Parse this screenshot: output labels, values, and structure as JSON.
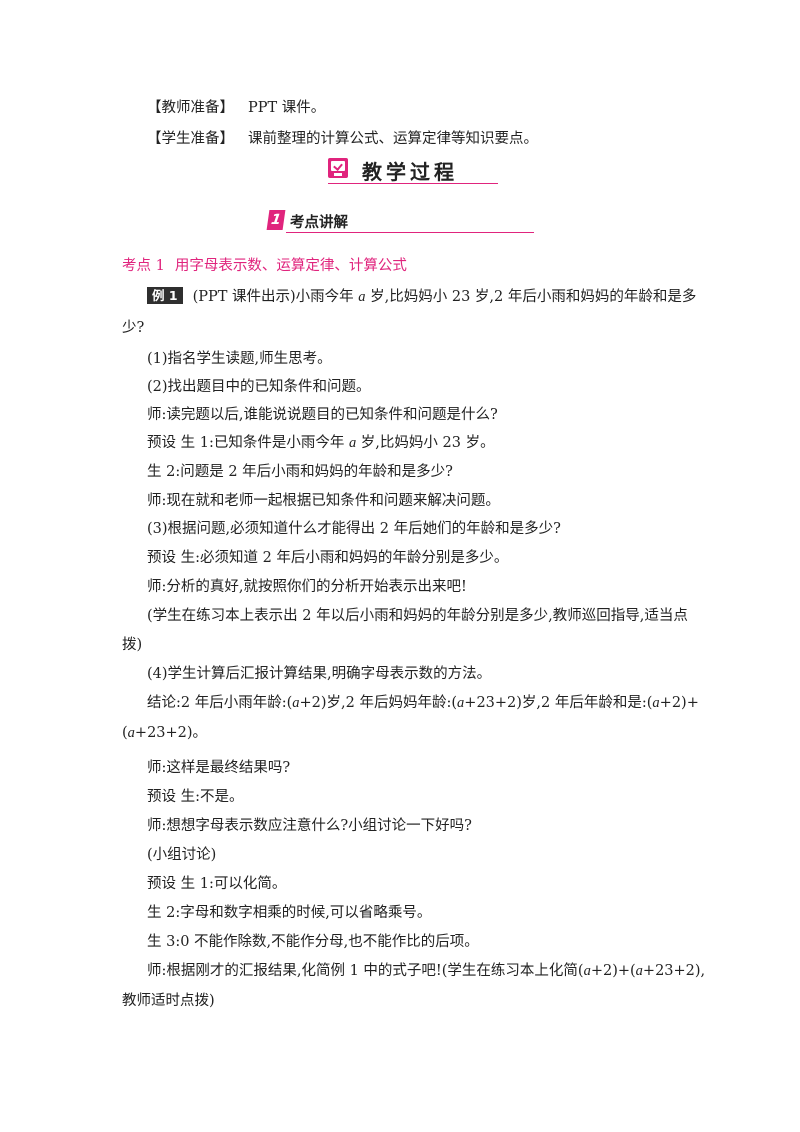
{
  "prep": {
    "teacher_label": "【教师准备】",
    "teacher_text": "PPT 课件。",
    "student_label": "【学生准备】",
    "student_text": "课前整理的计算公式、运算定律等知识要点。"
  },
  "section": {
    "title": "教学过程",
    "icon": "monitor-check-icon",
    "accent": "#e0247d"
  },
  "subsection": {
    "number": "1",
    "title": "考点讲解"
  },
  "kaodian": {
    "label": "考点 1",
    "title": "用字母表示数、运算定律、计算公式"
  },
  "example": {
    "badge": "例 1",
    "l1_a": "(PPT 课件出示)小雨今年 ",
    "var": "a",
    "l1_b": " 岁,比妈妈小 23 岁,2 年后小雨和妈妈的年龄和是多",
    "l2": "少?"
  },
  "steps": {
    "s1": "(1)指名学生读题,师生思考。",
    "s2": "(2)找出题目中的已知条件和问题。",
    "s3": "师:读完题以后,谁能说说题目的已知条件和问题是什么?",
    "s4_a": "预设 生 1:已知条件是小雨今年 ",
    "s4_b": " 岁,比妈妈小 23 岁。",
    "s5": "生 2:问题是 2 年后小雨和妈妈的年龄和是多少?",
    "s6": "师:现在就和老师一起根据已知条件和问题来解决问题。",
    "s7": "(3)根据问题,必须知道什么才能得出 2 年后她们的年龄和是多少?",
    "s8": "预设 生:必须知道 2 年后小雨和妈妈的年龄分别是多少。",
    "s9": "师:分析的真好,就按照你们的分析开始表示出来吧!",
    "s10a": "(学生在练习本上表示出 2 年以后小雨和妈妈的年龄分别是多少,教师巡回指导,适当点",
    "s10b": "拨)",
    "s11": "(4)学生计算后汇报计算结果,明确字母表示数的方法。",
    "s12_a": "结论:2 年后小雨年龄:(",
    "s12_b": "+2)岁,2 年后妈妈年龄:(",
    "s12_c": "+23+2)岁,2 年后年龄和是:(",
    "s12_d": "+2)+",
    "s13_a": "(",
    "s13_b": "+23+2)。",
    "s14": "师:这样是最终结果吗?",
    "s15": "预设 生:不是。",
    "s16": "师:想想字母表示数应注意什么?小组讨论一下好吗?",
    "s17": "(小组讨论)",
    "s18": "预设 生 1:可以化简。",
    "s19": "生 2:字母和数字相乘的时候,可以省略乘号。",
    "s20": "生 3:0 不能作除数,不能作分母,也不能作比的后项。",
    "s21_a": "师:根据刚才的汇报结果,化简例 1 中的式子吧!(学生在练习本上化简(",
    "s21_b": "+2)+(",
    "s21_c": "+23+2),",
    "s22": "教师适时点拨)"
  }
}
